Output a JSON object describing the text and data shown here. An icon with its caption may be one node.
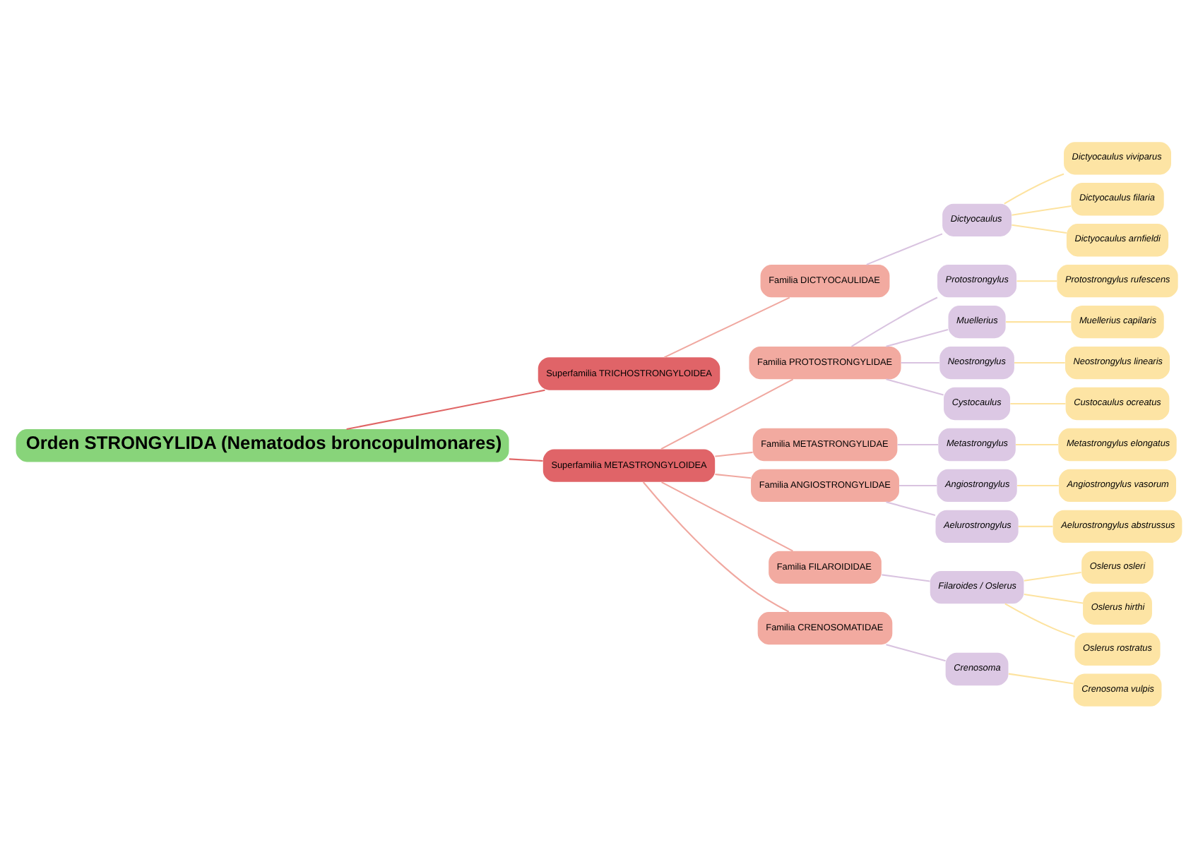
{
  "diagram": {
    "nodes": [
      {
        "text": [
          "Orden STRONGYLIDA (Nematodos broncopulmonares)"
        ]
      },
      {
        "text": [
          "Superfamilia TRICHOSTRONGYLOIDEA"
        ]
      },
      {
        "text": [
          "Familia DICTYOCAULIDAE"
        ]
      },
      {
        "text": [
          "Dictyocaulus"
        ]
      },
      {
        "text": [
          "Dictyocaulus viviparus"
        ]
      },
      {
        "text": [
          "Dictyocaulus filaria"
        ]
      },
      {
        "text": [
          "Dictyocaulus arnfieldi"
        ]
      },
      {
        "text": [
          "Superfamilia METASTRONGYLOIDEA"
        ]
      },
      {
        "text": [
          "Familia PROTOSTRONGYLIDAE"
        ]
      },
      {
        "text": [
          "Protostrongylus"
        ]
      },
      {
        "text": [
          "Protostrongylus rufescens"
        ]
      },
      {
        "text": [
          "Muellerius"
        ]
      },
      {
        "text": [
          "Muellerius capilaris"
        ]
      },
      {
        "text": [
          "Neostrongylus"
        ]
      },
      {
        "text": [
          "Neostrongylus linearis"
        ]
      },
      {
        "text": [
          "Cystocaulus"
        ]
      },
      {
        "text": [
          "Custocaulus ocreatus"
        ]
      },
      {
        "text": [
          "Familia METASTRONGYLIDAE"
        ]
      },
      {
        "text": [
          "Metastrongylus"
        ]
      },
      {
        "text": [
          "Metastrongylus elongatus"
        ]
      },
      {
        "text": [
          "Familia ANGIOSTRONGYLIDAE"
        ]
      },
      {
        "text": [
          "Angiostrongylus"
        ]
      },
      {
        "text": [
          "Angiostrongylus vasorum"
        ]
      },
      {
        "text": [
          "Aelurostrongylus"
        ]
      },
      {
        "text": [
          "Aelurostrongylus abstrussus"
        ]
      },
      {
        "text": [
          "Familia FILAROIDIDAE"
        ]
      },
      {
        "text": [
          "Filaroides / Oslerus"
        ]
      },
      {
        "text": [
          "Oslerus osleri"
        ]
      },
      {
        "text": [
          "Oslerus hirthi"
        ]
      },
      {
        "text": [
          "Oslerus rostratus"
        ]
      },
      {
        "text": [
          "Familia CRENOSOMATIDAE"
        ]
      },
      {
        "text": [
          "Crenosoma"
        ]
      },
      {
        "text": [
          "Crenosoma vulpis"
        ]
      }
    ],
    "edges": [
      {
        "from": 0,
        "to": 1,
        "arrow": "none",
        "color": "#e06666"
      },
      {
        "from": 1,
        "to": 2,
        "arrow": "none",
        "color": "#f0a8a0"
      },
      {
        "from": 2,
        "to": 3,
        "arrow": "none",
        "color": "#d9c3e0"
      },
      {
        "from": 3,
        "to": 4,
        "arrow": "none"
      },
      {
        "from": 3,
        "to": 5,
        "arrow": "none"
      },
      {
        "from": 3,
        "to": 6,
        "arrow": "none"
      },
      {
        "from": 0,
        "to": 7,
        "arrow": "none",
        "color": "#e06666"
      },
      {
        "from": 7,
        "to": 8,
        "arrow": "none",
        "color": "#f0a8a0"
      },
      {
        "from": 8,
        "to": 9,
        "arrow": "none",
        "color": "#d9c3e0"
      },
      {
        "from": 9,
        "to": 10,
        "arrow": "none"
      },
      {
        "from": 8,
        "to": 11,
        "arrow": "none",
        "color": "#d9c3e0"
      },
      {
        "from": 11,
        "to": 12,
        "arrow": "none"
      },
      {
        "from": 8,
        "to": 13,
        "arrow": "none",
        "color": "#d9c3e0"
      },
      {
        "from": 13,
        "to": 14,
        "arrow": "none"
      },
      {
        "from": 8,
        "to": 15,
        "arrow": "none",
        "color": "#d9c3e0"
      },
      {
        "from": 15,
        "to": 16,
        "arrow": "none"
      },
      {
        "from": 7,
        "to": 17,
        "arrow": "none",
        "color": "#f0a8a0"
      },
      {
        "from": 17,
        "to": 18,
        "arrow": "none",
        "color": "#d9c3e0"
      },
      {
        "from": 18,
        "to": 19,
        "arrow": "none"
      },
      {
        "from": 7,
        "to": 20,
        "arrow": "none",
        "color": "#f0a8a0"
      },
      {
        "from": 20,
        "to": 21,
        "arrow": "none",
        "color": "#d9c3e0"
      },
      {
        "from": 21,
        "to": 22,
        "arrow": "none"
      },
      {
        "from": 20,
        "to": 23,
        "arrow": "none",
        "color": "#d9c3e0"
      },
      {
        "from": 23,
        "to": 24,
        "arrow": "none"
      },
      {
        "from": 7,
        "to": 25,
        "arrow": "none",
        "color": "#f0a8a0"
      },
      {
        "from": 25,
        "to": 26,
        "arrow": "none",
        "color": "#d9c3e0"
      },
      {
        "from": 26,
        "to": 27,
        "arrow": "none"
      },
      {
        "from": 26,
        "to": 28,
        "arrow": "none"
      },
      {
        "from": 26,
        "to": 29,
        "arrow": "none"
      },
      {
        "from": 7,
        "to": 30,
        "arrow": "none",
        "color": "#f0a8a0"
      },
      {
        "from": 30,
        "to": 31,
        "arrow": "none",
        "color": "#d9c3e0"
      },
      {
        "from": 31,
        "to": 32,
        "arrow": "none"
      }
    ]
  }
}
